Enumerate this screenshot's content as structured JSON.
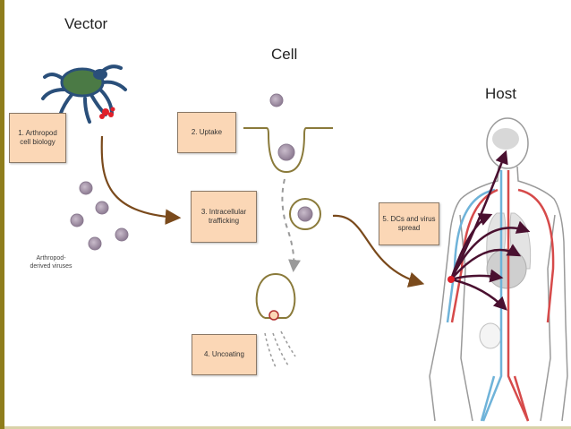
{
  "headings": {
    "vector": "Vector",
    "cell": "Cell",
    "host": "Host"
  },
  "steps": {
    "arthropod_cell_biology": "1. Arthropod cell biology",
    "uptake": "2. Uptake",
    "intracellular_trafficking": "3. Intracellular trafficking",
    "uncoating": "4. Uncoating",
    "dcs_virus_spread": "5. DCs and virus spread"
  },
  "captions": {
    "arthropod_derived_viruses": "Arthropod-derived viruses"
  },
  "colors": {
    "step_box": "#fbd7b6",
    "arrow": "#7a4a1c",
    "virion": "#9b8a9e",
    "membrane": "#8a7a3a",
    "artery": "#d64a4a",
    "vein": "#6fb3d9",
    "dendritic_spread": "#4a1030",
    "left_edge": "#8f7d1c"
  },
  "icons": [
    "tick-icon",
    "blood-drop-icon",
    "virion-icon",
    "human-body-outline-icon"
  ]
}
